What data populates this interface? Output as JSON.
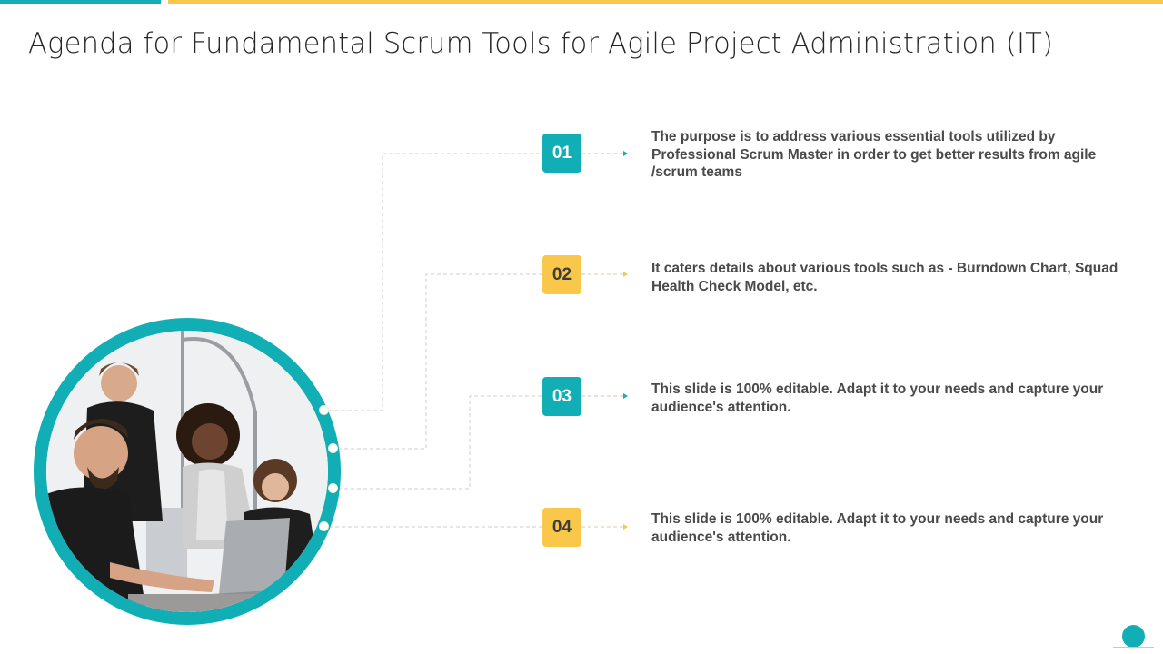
{
  "slide": {
    "title": "Agenda for Fundamental Scrum Tools for Agile Project Administration (IT)",
    "colors": {
      "teal": "#12AEB5",
      "yellow": "#F9C84A",
      "title_text": "#262626",
      "body_text": "#4a4a4a",
      "connector": "#c8c8c8"
    },
    "photo": {
      "description": "Four young colleagues gathered around a laptop, smiling",
      "icon": "team-photo"
    },
    "agenda_items": [
      {
        "number": "01",
        "color": "teal",
        "text": "The purpose is to address various essential tools utilized by Professional Scrum Master in order to get better results from agile /scrum teams"
      },
      {
        "number": "02",
        "color": "yellow",
        "text": "It caters details about various tools such as - Burndown Chart, Squad Health Check Model, etc."
      },
      {
        "number": "03",
        "color": "teal",
        "text": "This slide is 100% editable. Adapt it to your needs and capture your audience's attention."
      },
      {
        "number": "04",
        "color": "yellow",
        "text": "This slide is 100% editable. Adapt it to your needs and capture your audience's attention."
      }
    ]
  }
}
